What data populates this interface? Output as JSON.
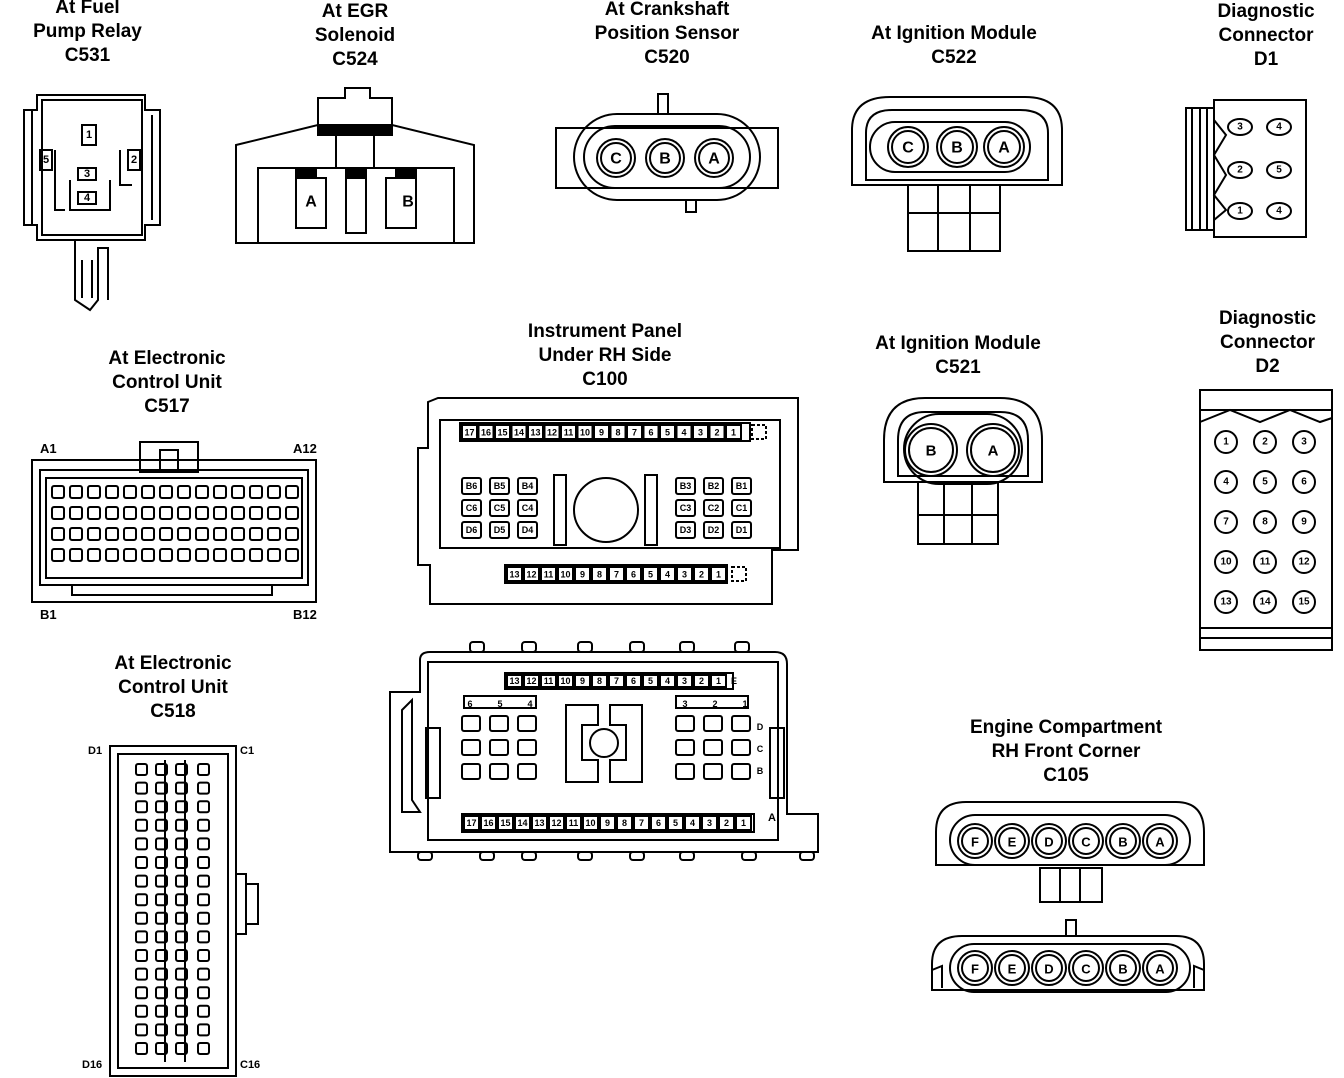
{
  "connectors": {
    "c531": {
      "line1": "At Fuel",
      "line2": "Pump Relay",
      "id": "C531",
      "pins": [
        "1",
        "2",
        "3",
        "4",
        "5"
      ]
    },
    "c524": {
      "line1": "At EGR",
      "line2": "Solenoid",
      "id": "C524",
      "pins": [
        "A",
        "B"
      ]
    },
    "c520": {
      "line1": "At Crankshaft",
      "line2": "Position Sensor",
      "id": "C520",
      "pins": [
        "C",
        "B",
        "A"
      ]
    },
    "c522": {
      "line1": "At Ignition Module",
      "id": "C522",
      "pins": [
        "C",
        "B",
        "A"
      ]
    },
    "d1": {
      "line1": "Diagnostic",
      "line2": "Connector",
      "id": "D1",
      "pins": [
        "3",
        "4",
        "2",
        "5",
        "1",
        "4"
      ]
    },
    "c517": {
      "line1": "At Electronic",
      "line2": "Control Unit",
      "id": "C517",
      "corner_tl": "A1",
      "corner_tr": "A12",
      "corner_bl": "B1",
      "corner_br": "B12"
    },
    "c100": {
      "line1": "Instrument Panel",
      "line2": "Under RH Side",
      "id": "C100",
      "top_row": [
        "17",
        "16",
        "15",
        "14",
        "13",
        "12",
        "11",
        "10",
        "9",
        "8",
        "7",
        "6",
        "5",
        "4",
        "3",
        "2",
        "1"
      ],
      "bottom_row": [
        "13",
        "12",
        "11",
        "10",
        "9",
        "8",
        "7",
        "6",
        "5",
        "4",
        "3",
        "2",
        "1"
      ],
      "left_grid": [
        "B6",
        "B5",
        "B4",
        "C6",
        "C5",
        "C4",
        "D6",
        "D5",
        "D4"
      ],
      "right_grid": [
        "B3",
        "B2",
        "B1",
        "C3",
        "C2",
        "C1",
        "D3",
        "D2",
        "D1"
      ]
    },
    "c521": {
      "line1": "At Ignition Module",
      "id": "C521",
      "pins": [
        "B",
        "A"
      ]
    },
    "d2": {
      "line1": "Diagnostic",
      "line2": "Connector",
      "id": "D2",
      "pins": [
        "1",
        "2",
        "3",
        "4",
        "5",
        "6",
        "7",
        "8",
        "9",
        "10",
        "11",
        "12",
        "13",
        "14",
        "15"
      ]
    },
    "c518": {
      "line1": "At Electronic",
      "line2": "Control Unit",
      "id": "C518",
      "corner_tl": "D1",
      "corner_tr": "C1",
      "corner_bl": "D16",
      "corner_br": "C16"
    },
    "fusebox": {
      "row_e": [
        "13",
        "12",
        "11",
        "10",
        "9",
        "8",
        "7",
        "6",
        "5",
        "4",
        "3",
        "2",
        "1"
      ],
      "row_e_label": "E",
      "row_a": [
        "17",
        "16",
        "15",
        "14",
        "13",
        "12",
        "11",
        "10",
        "9",
        "8",
        "7",
        "6",
        "5",
        "4",
        "3",
        "2",
        "1"
      ],
      "row_a_label": "A",
      "left_cols": [
        "6",
        "5",
        "4"
      ],
      "right_cols": [
        "3",
        "2",
        "1"
      ],
      "side_rows": [
        "D",
        "C",
        "B"
      ]
    },
    "c105": {
      "line1": "Engine Compartment",
      "line2": "RH Front Corner",
      "id": "C105",
      "pins": [
        "F",
        "E",
        "D",
        "C",
        "B",
        "A"
      ]
    }
  }
}
